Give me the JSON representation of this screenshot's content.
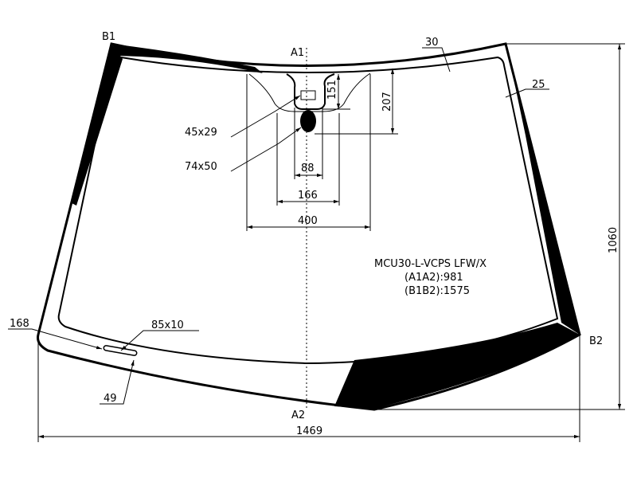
{
  "points": {
    "b1": "B1",
    "b2": "B2",
    "a1": "A1",
    "a2": "A2"
  },
  "dimensions": {
    "top_border": "30",
    "side_border": "25",
    "sensor_height": "151",
    "zone_height": "207",
    "sensor_width": "88",
    "zone_inner_width": "166",
    "zone_outer_width": "400",
    "overall_height": "1060",
    "overall_width": "1469",
    "slot_offset": "168",
    "slot_from_edge": "49"
  },
  "callouts": {
    "sensor_window": "45x29",
    "camera_window": "74x50",
    "slot": "85x10"
  },
  "part_info": {
    "code": "MCU30-L-VCPS LFW/X",
    "a1a2": "(A1A2):981",
    "b1b2": "(B1B2):1575"
  },
  "colors": {
    "line": "#000000",
    "frit": "#000000",
    "background": "#ffffff"
  }
}
